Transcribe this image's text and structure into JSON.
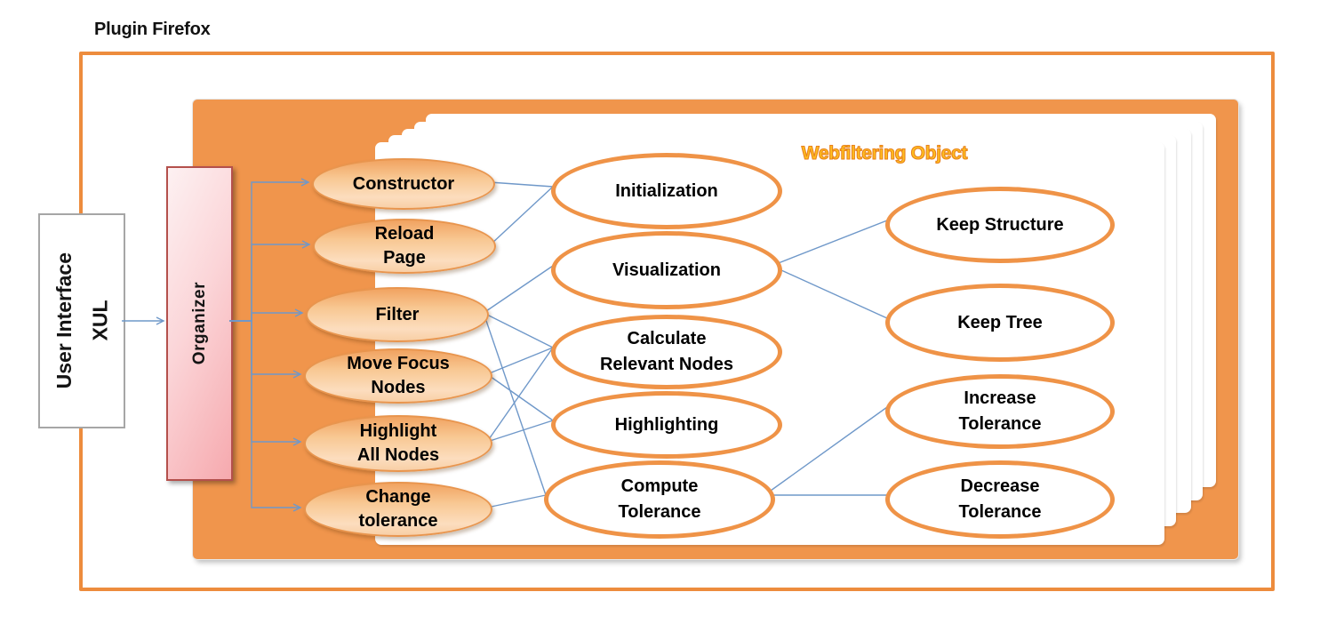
{
  "title": "Plugin Firefox",
  "ui_box": {
    "label": "User Interface\nXUL"
  },
  "organizer": {
    "label": "Organizer"
  },
  "container": {
    "label": "Webfiltering Object"
  },
  "nodes": {
    "left": [
      {
        "id": "constructor",
        "label": "Constructor"
      },
      {
        "id": "reload-page",
        "label": "Reload\nPage"
      },
      {
        "id": "filter",
        "label": "Filter"
      },
      {
        "id": "move-focus-nodes",
        "label": "Move Focus\nNodes"
      },
      {
        "id": "highlight-all-nodes",
        "label": "Highlight\nAll Nodes"
      },
      {
        "id": "change-tolerance",
        "label": "Change\ntolerance"
      }
    ],
    "middle": [
      {
        "id": "initialization",
        "label": "Initialization"
      },
      {
        "id": "visualization",
        "label": "Visualization"
      },
      {
        "id": "calculate-relevant-nodes",
        "label": "Calculate\nRelevant Nodes"
      },
      {
        "id": "highlighting",
        "label": "Highlighting"
      },
      {
        "id": "compute-tolerance",
        "label": "Compute\nTolerance"
      }
    ],
    "right": [
      {
        "id": "keep-structure",
        "label": "Keep Structure"
      },
      {
        "id": "keep-tree",
        "label": "Keep Tree"
      },
      {
        "id": "increase-tolerance",
        "label": "Increase\nTolerance"
      },
      {
        "id": "decrease-tolerance",
        "label": "Decrease\nTolerance"
      }
    ]
  },
  "edges": [
    {
      "from": "ui",
      "to": "organizer"
    },
    {
      "from": "organizer",
      "to": "constructor"
    },
    {
      "from": "organizer",
      "to": "reload-page"
    },
    {
      "from": "organizer",
      "to": "filter"
    },
    {
      "from": "organizer",
      "to": "move-focus-nodes"
    },
    {
      "from": "organizer",
      "to": "highlight-all-nodes"
    },
    {
      "from": "organizer",
      "to": "change-tolerance"
    },
    {
      "from": "constructor",
      "to": "initialization"
    },
    {
      "from": "reload-page",
      "to": "initialization"
    },
    {
      "from": "filter",
      "to": "visualization"
    },
    {
      "from": "filter",
      "to": "calculate-relevant-nodes"
    },
    {
      "from": "filter",
      "to": "compute-tolerance"
    },
    {
      "from": "move-focus-nodes",
      "to": "calculate-relevant-nodes"
    },
    {
      "from": "move-focus-nodes",
      "to": "highlighting"
    },
    {
      "from": "highlight-all-nodes",
      "to": "calculate-relevant-nodes"
    },
    {
      "from": "highlight-all-nodes",
      "to": "highlighting"
    },
    {
      "from": "change-tolerance",
      "to": "compute-tolerance"
    },
    {
      "from": "visualization",
      "to": "keep-structure"
    },
    {
      "from": "visualization",
      "to": "keep-tree"
    },
    {
      "from": "compute-tolerance",
      "to": "increase-tolerance"
    },
    {
      "from": "compute-tolerance",
      "to": "decrease-tolerance"
    }
  ],
  "colors": {
    "frame_orange": "#ED8C3D",
    "container_orange": "#F0954C",
    "ellipse_border": "#EF9347",
    "connector_blue": "#6F98C9",
    "title_gold": "#FFC01E"
  }
}
